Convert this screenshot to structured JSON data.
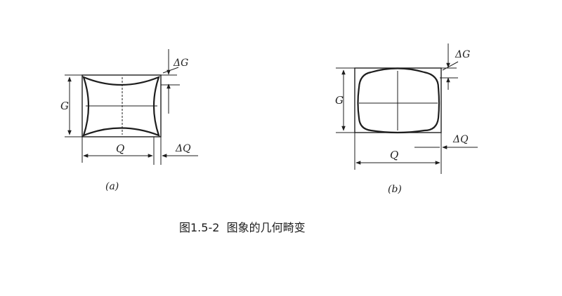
{
  "figure_a": {
    "label_g": "G",
    "label_q": "Q",
    "label_dg": "ΔG",
    "label_dq": "ΔQ",
    "sublabel": "(a)"
  },
  "figure_b": {
    "label_g": "G",
    "label_q": "Q",
    "label_dg": "ΔG",
    "label_dq": "ΔQ",
    "sublabel": "(b)"
  },
  "caption": "图1.5-2  图象的几何畸变"
}
